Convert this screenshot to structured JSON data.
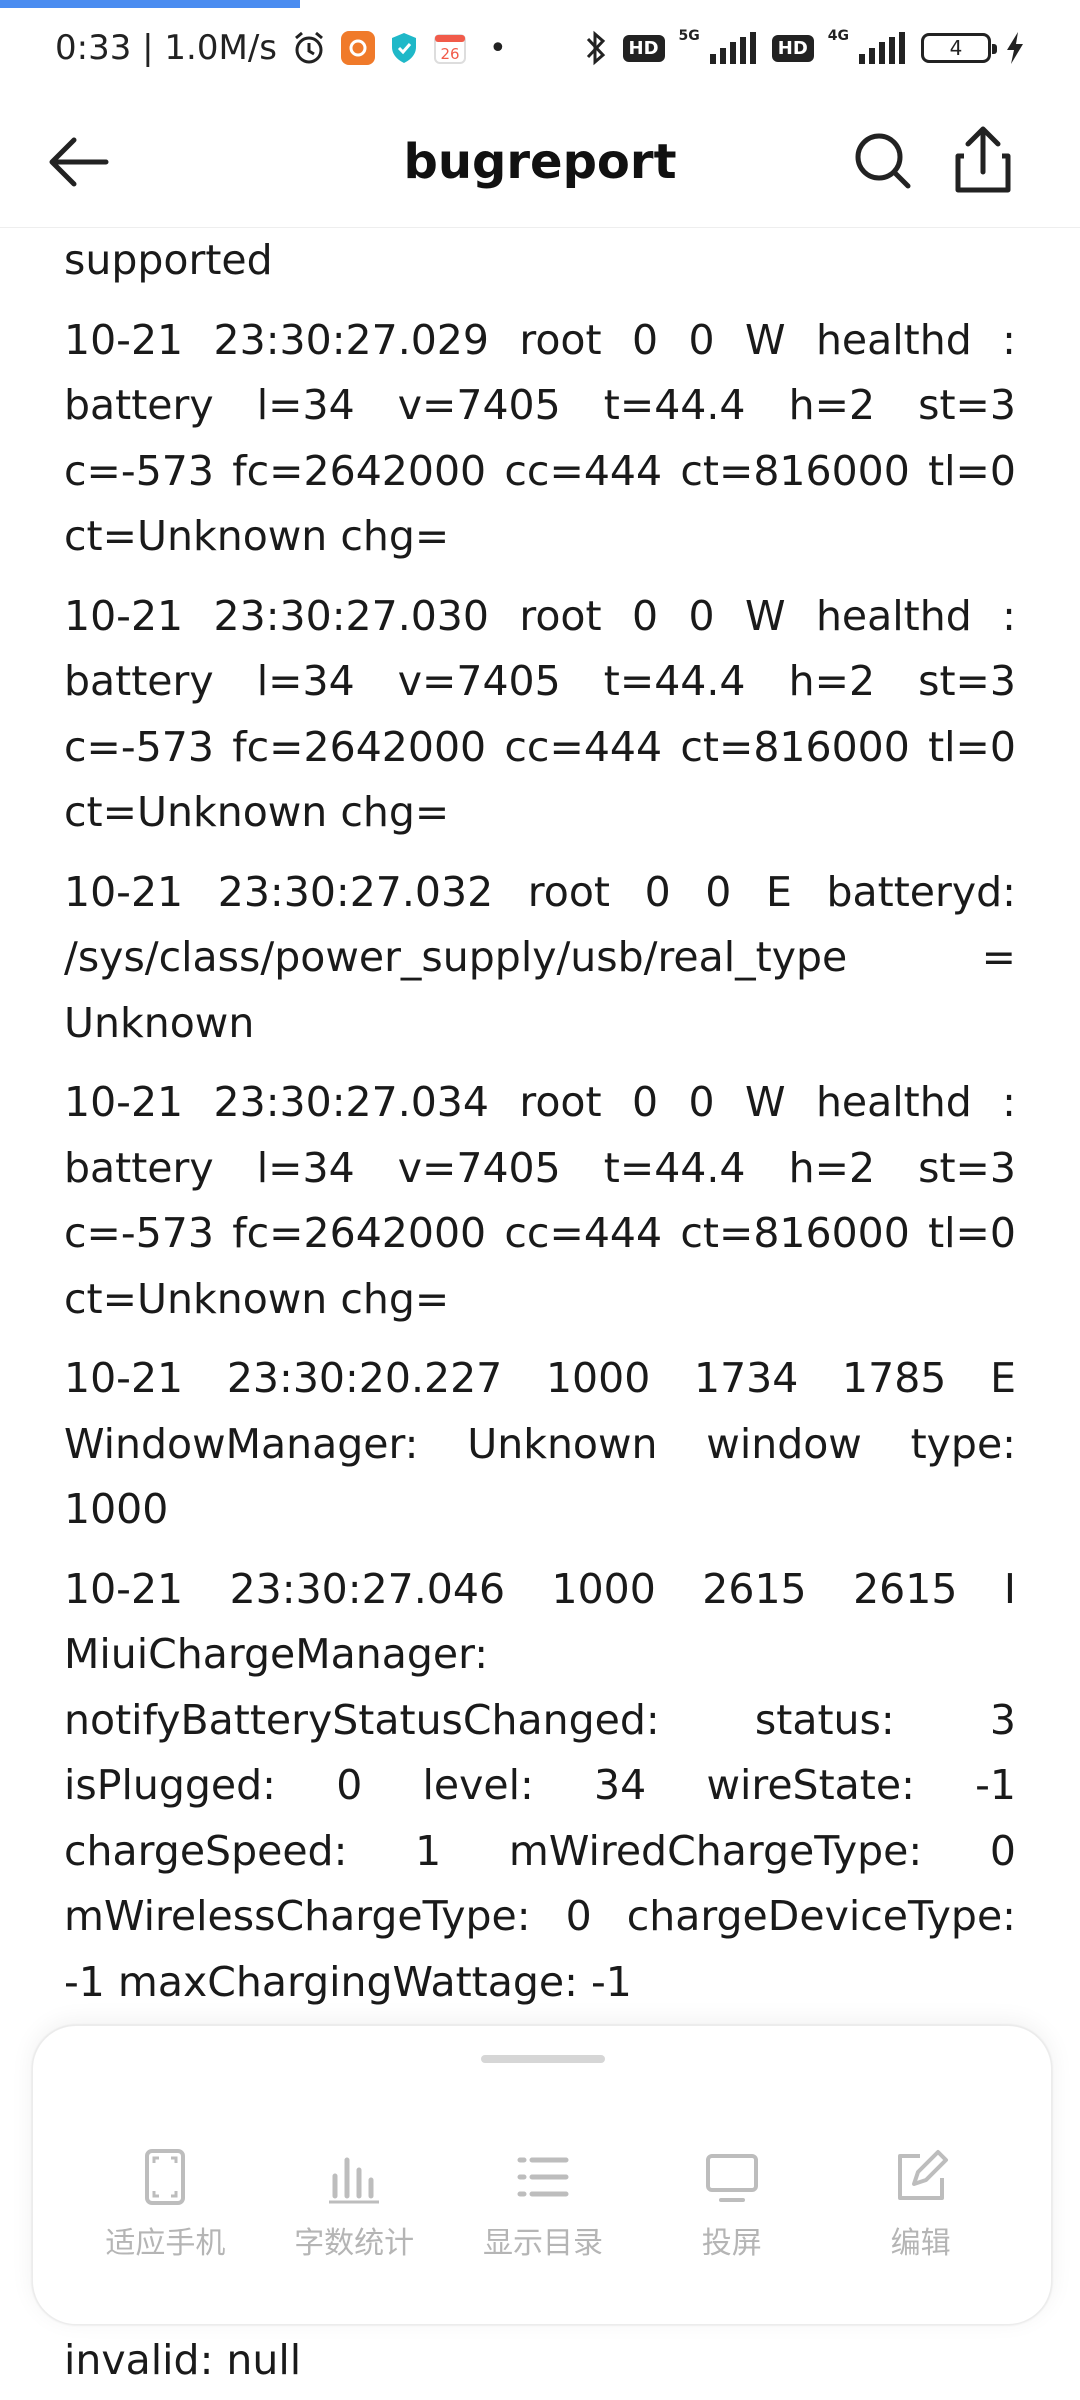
{
  "status_bar": {
    "time_speed": "0:33 | 1.0M/s",
    "notification_badge": "26",
    "hd1": "HD",
    "net1": "5G",
    "hd2": "HD",
    "net2": "4G",
    "battery_level": "4",
    "icons": [
      "alarm-icon",
      "app-icon",
      "shield-icon",
      "calendar-icon",
      "bluetooth-icon",
      "signal-icon",
      "charging-icon"
    ]
  },
  "header": {
    "title": "bugreport",
    "icons": [
      "back-arrow-icon",
      "search-icon",
      "share-icon"
    ]
  },
  "log": {
    "prefix": "supported",
    "entries": [
      "10-21 23:30:27.029   root   0   0 W healthd : battery l=34 v=7405 t=44.4 h=2 st=3 c=-573 fc=2642000 cc=444 ct=816000 tl=0 ct=Unknown chg=",
      "10-21 23:30:27.030   root   0   0 W healthd : battery l=34 v=7405 t=44.4 h=2 st=3 c=-573 fc=2642000 cc=444 ct=816000 tl=0 ct=Unknown chg=",
      "10-21 23:30:27.032   root   0   0 E batteryd: /sys/class/power_supply/usb/real_type = Unknown",
      "10-21 23:30:27.034   root   0   0 W healthd : battery l=34 v=7405 t=44.4 h=2 st=3 c=-573 fc=2642000 cc=444 ct=816000 tl=0 ct=Unknown chg=",
      "10-21 23:30:20.227   1000   1734   1785 E WindowManager: Unknown window type: 1000",
      "10-21 23:30:27.046   1000   2615   2615 I MiuiChargeManager: notifyBatteryStatusChanged: status: 3 isPlugged: 0 level: 34 wireState: -1 chargeSpeed: 1 mWiredChargeType: 0 mWirelessChargeType: 0 chargeDeviceType: -1 maxChargingWattage: -1"
    ],
    "trailing": "invalid: null"
  },
  "sheet": {
    "actions": [
      {
        "icon": "fit-screen-icon",
        "label": "适应手机"
      },
      {
        "icon": "bar-chart-icon",
        "label": "字数统计"
      },
      {
        "icon": "list-icon",
        "label": "显示目录"
      },
      {
        "icon": "monitor-icon",
        "label": "投屏"
      },
      {
        "icon": "edit-icon",
        "label": "编辑"
      }
    ]
  },
  "colors": {
    "accent": "#4a8cf0",
    "icon_gray": "#bdbdbd",
    "label_gray": "#b5b5b5",
    "text": "#1a1a1a"
  }
}
